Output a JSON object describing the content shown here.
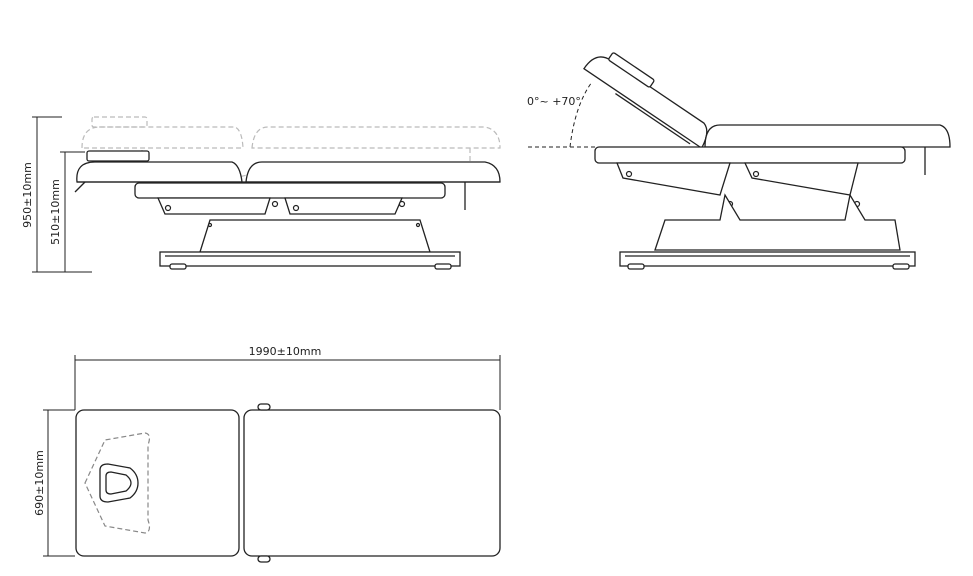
{
  "dimensions": {
    "total_height": "950±10mm",
    "seat_height": "510±10mm",
    "length": "1990±10mm",
    "width": "690±10mm",
    "backrest_angle": "0°~ +70°"
  },
  "colors": {
    "line": "#222222",
    "ghost": "#bbbbbb",
    "background": "#ffffff"
  }
}
